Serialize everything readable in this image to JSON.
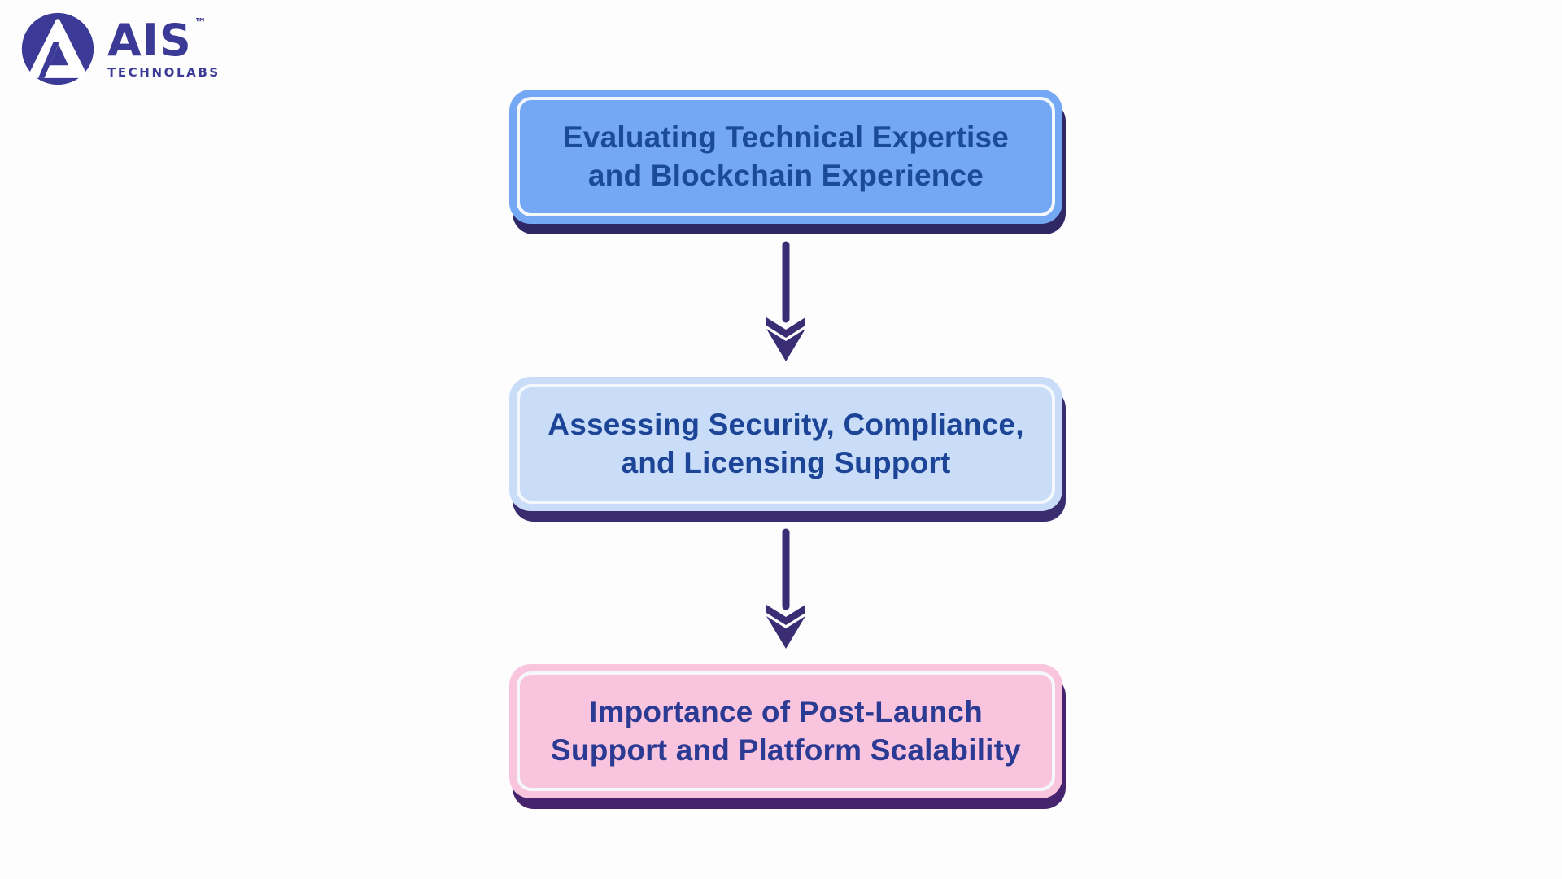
{
  "logo": {
    "brand": "AIS",
    "trademark": "™",
    "subtitle": "TECHNOLABS",
    "monogram": "A",
    "brand_color": "#3b3a96"
  },
  "theme": {
    "background": "#fdfdfd",
    "inner_border": "#f4f8fd",
    "connector_color": "#3a2d73"
  },
  "flow": {
    "connector_color": "#3a2d73",
    "steps": [
      {
        "label": "Evaluating Technical Expertise and Blockchain Experience",
        "lines": [
          "Evaluating Technical Expertise",
          "and Blockchain Experience"
        ],
        "fill": "#74a7f4",
        "text_color": "#1a4a9a",
        "shadow": "#2f2865"
      },
      {
        "label": "Assessing Security, Compliance, and Licensing Support",
        "lines": [
          "Assessing Security, Compliance,",
          "and Licensing Support"
        ],
        "fill": "#c9dcf8",
        "text_color": "#1c4497",
        "shadow": "#3a2d6f"
      },
      {
        "label": "Importance of Post-Launch Support and Platform Scalability",
        "lines": [
          "Importance of Post-Launch",
          "Support and Platform Scalability"
        ],
        "fill": "#f9c5de",
        "text_color": "#2b3a92",
        "shadow": "#47246e"
      }
    ]
  }
}
